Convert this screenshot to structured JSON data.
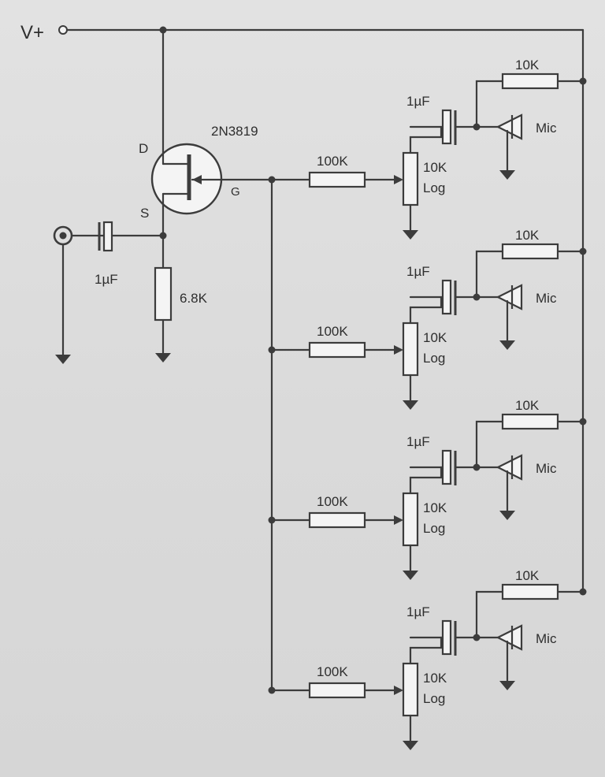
{
  "labels": {
    "vplus": "V+",
    "transistor": "2N3819",
    "drain": "D",
    "source": "S",
    "gate": "G",
    "input_cap": "1µF",
    "source_res": "6.8K"
  },
  "channels": [
    {
      "series_res": "100K",
      "pot": "10K",
      "pot_type": "Log",
      "cap": "1µF",
      "bias_res": "10K",
      "mic": "Mic"
    },
    {
      "series_res": "100K",
      "pot": "10K",
      "pot_type": "Log",
      "cap": "1µF",
      "bias_res": "10K",
      "mic": "Mic"
    },
    {
      "series_res": "100K",
      "pot": "10K",
      "pot_type": "Log",
      "cap": "1µF",
      "bias_res": "10K",
      "mic": "Mic"
    },
    {
      "series_res": "100K",
      "pot": "10K",
      "pot_type": "Log",
      "cap": "1µF",
      "bias_res": "10K",
      "mic": "Mic"
    }
  ]
}
